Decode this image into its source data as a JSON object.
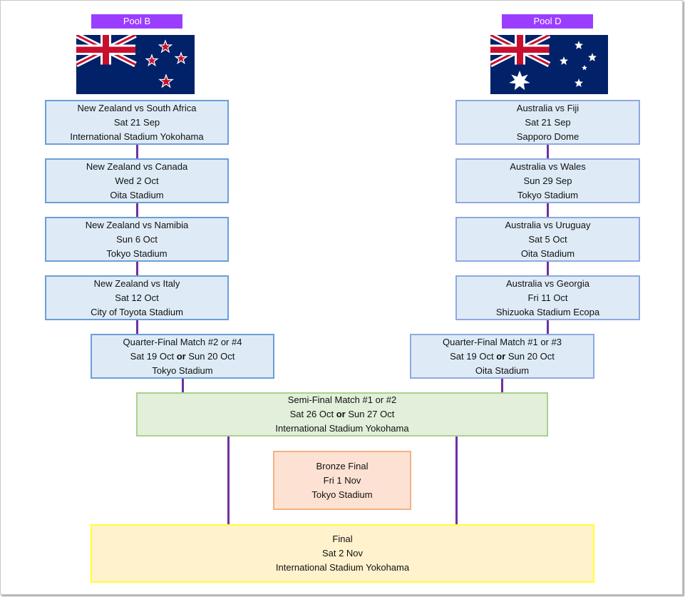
{
  "pools": {
    "left": {
      "label": "Pool B",
      "flag": "new-zealand-flag"
    },
    "right": {
      "label": "Pool D",
      "flag": "australia-flag"
    }
  },
  "left_matches": [
    {
      "teams": "New Zealand vs South Africa",
      "date": "Sat 21 Sep",
      "venue": "International Stadium Yokohama"
    },
    {
      "teams": "New Zealand vs Canada",
      "date": "Wed 2 Oct",
      "venue": "Oita Stadium"
    },
    {
      "teams": "New Zealand vs Namibia",
      "date": "Sun 6 Oct",
      "venue": "Tokyo Stadium"
    },
    {
      "teams": "New Zealand vs Italy",
      "date": "Sat 12 Oct",
      "venue": "City of Toyota Stadium"
    }
  ],
  "right_matches": [
    {
      "teams": "Australia vs Fiji",
      "date": "Sat 21 Sep",
      "venue": "Sapporo Dome"
    },
    {
      "teams": "Australia vs Wales",
      "date": "Sun 29 Sep",
      "venue": "Tokyo Stadium"
    },
    {
      "teams": "Australia vs Uruguay",
      "date": "Sat 5 Oct",
      "venue": "Oita Stadium"
    },
    {
      "teams": "Australia vs Georgia",
      "date": "Fri 11 Oct",
      "venue": "Shizuoka Stadium Ecopa"
    }
  ],
  "quarter_left": {
    "title": "Quarter-Final Match #2 or #4",
    "date_a": "Sat 19 Oct",
    "or": "or",
    "date_b": "Sun 20 Oct",
    "venue": "Tokyo Stadium"
  },
  "quarter_right": {
    "title": "Quarter-Final Match #1 or #3",
    "date_a": "Sat 19 Oct",
    "or": "or",
    "date_b": "Sun 20 Oct",
    "venue": "Oita Stadium"
  },
  "semi": {
    "title": "Semi-Final Match #1 or #2",
    "date_a": "Sat 26 Oct",
    "or": "or",
    "date_b": "Sun 27 Oct",
    "venue": "International Stadium Yokohama"
  },
  "bronze": {
    "title": "Bronze Final",
    "date": "Fri 1 Nov",
    "venue": "Tokyo Stadium"
  },
  "final": {
    "title": "Final",
    "date": "Sat 2 Nov",
    "venue": "International Stadium Yokohama"
  },
  "colors": {
    "connector": "#7030a0",
    "pool_label": "#9b3dff",
    "group_box": "#deebf7",
    "semi_box": "#e2efda",
    "bronze_box": "#fde2d3",
    "final_box": "#fff2cc"
  }
}
